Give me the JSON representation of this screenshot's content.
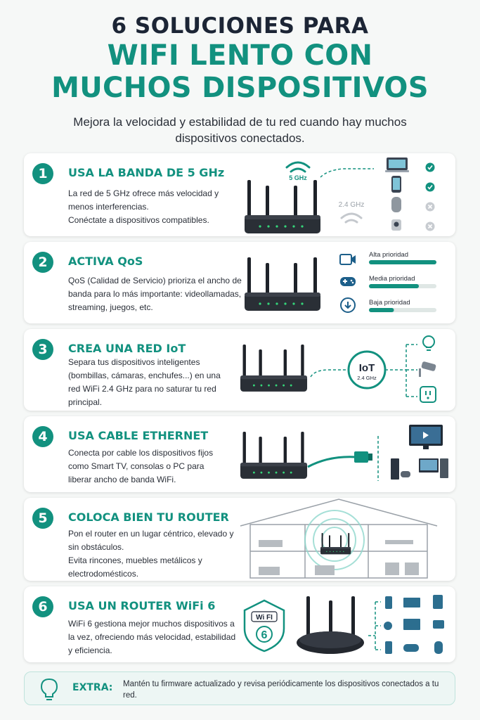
{
  "header": {
    "line1": "6 SOLUCIONES PARA",
    "line2": "WIFI LENTO CON",
    "line3": "MUCHOS DISPOSITIVOS",
    "subtitle": "Mejora la velocidad y estabilidad de tu red cuando hay muchos dispositivos conectados."
  },
  "colors": {
    "accent": "#12917f",
    "dark": "#1c2535",
    "ok": "#12917f",
    "no": "#c8ccd1"
  },
  "cards": [
    {
      "number": "1",
      "title": "USA LA BANDA DE 5 GHz",
      "desc": "La red de 5 GHz ofrece más velocidad y menos interferencias.\nConéctate a dispositivos compatibles.",
      "band_5": "5 GHz",
      "band_24": "2.4 GHz",
      "devices": [
        "laptop-icon",
        "phone-icon",
        "speaker-icon",
        "camera-icon"
      ],
      "status": [
        "check-icon",
        "check-icon",
        "x-icon",
        "x-icon"
      ]
    },
    {
      "number": "2",
      "title": "ACTIVA QoS",
      "desc": "QoS (Calidad de Servicio) prioriza el ancho de banda para lo más importante: videollamadas, streaming, juegos, etc.",
      "priorities": [
        {
          "label": "Alta prioridad",
          "level": 1.0,
          "icon": "video-icon"
        },
        {
          "label": "Media prioridad",
          "level": 0.74,
          "icon": "gamepad-icon"
        },
        {
          "label": "Baja prioridad",
          "level": 0.37,
          "icon": "download-icon"
        }
      ]
    },
    {
      "number": "3",
      "title": "CREA UNA RED IoT",
      "desc": "Separa tus dispositivos inteligentes (bombillas, cámaras, enchufes...) en una red WiFi 2.4 GHz para no saturar tu red principal.",
      "iot_label": "IoT",
      "iot_band": "2.4 GHz",
      "devices": [
        "bulb-icon",
        "security-camera-icon",
        "plug-icon"
      ]
    },
    {
      "number": "4",
      "title": "USA CABLE ETHERNET",
      "desc": "Conecta por cable los dispositivos fijos como Smart TV, consolas o PC para liberar ancho de banda WiFi.",
      "devices": [
        "tv-icon",
        "console-icon",
        "pc-icon"
      ]
    },
    {
      "number": "5",
      "title": "COLOCA BIEN TU ROUTER",
      "desc": "Pon el router en un lugar céntrico, elevado y sin obstáculos.\nEvita rincones, muebles metálicos y electrodomésticos."
    },
    {
      "number": "6",
      "title": "USA UN ROUTER WiFi 6",
      "desc": "WiFi 6 gestiona mejor muchos dispositivos a la vez, ofreciendo más velocidad, estabilidad y eficiencia.",
      "badge_top": "Wi FI",
      "badge_num": "6"
    }
  ],
  "extra": {
    "label": "EXTRA:",
    "text": "Mantén tu firmware actualizado y revisa periódicamente los dispositivos conectados a tu red."
  }
}
